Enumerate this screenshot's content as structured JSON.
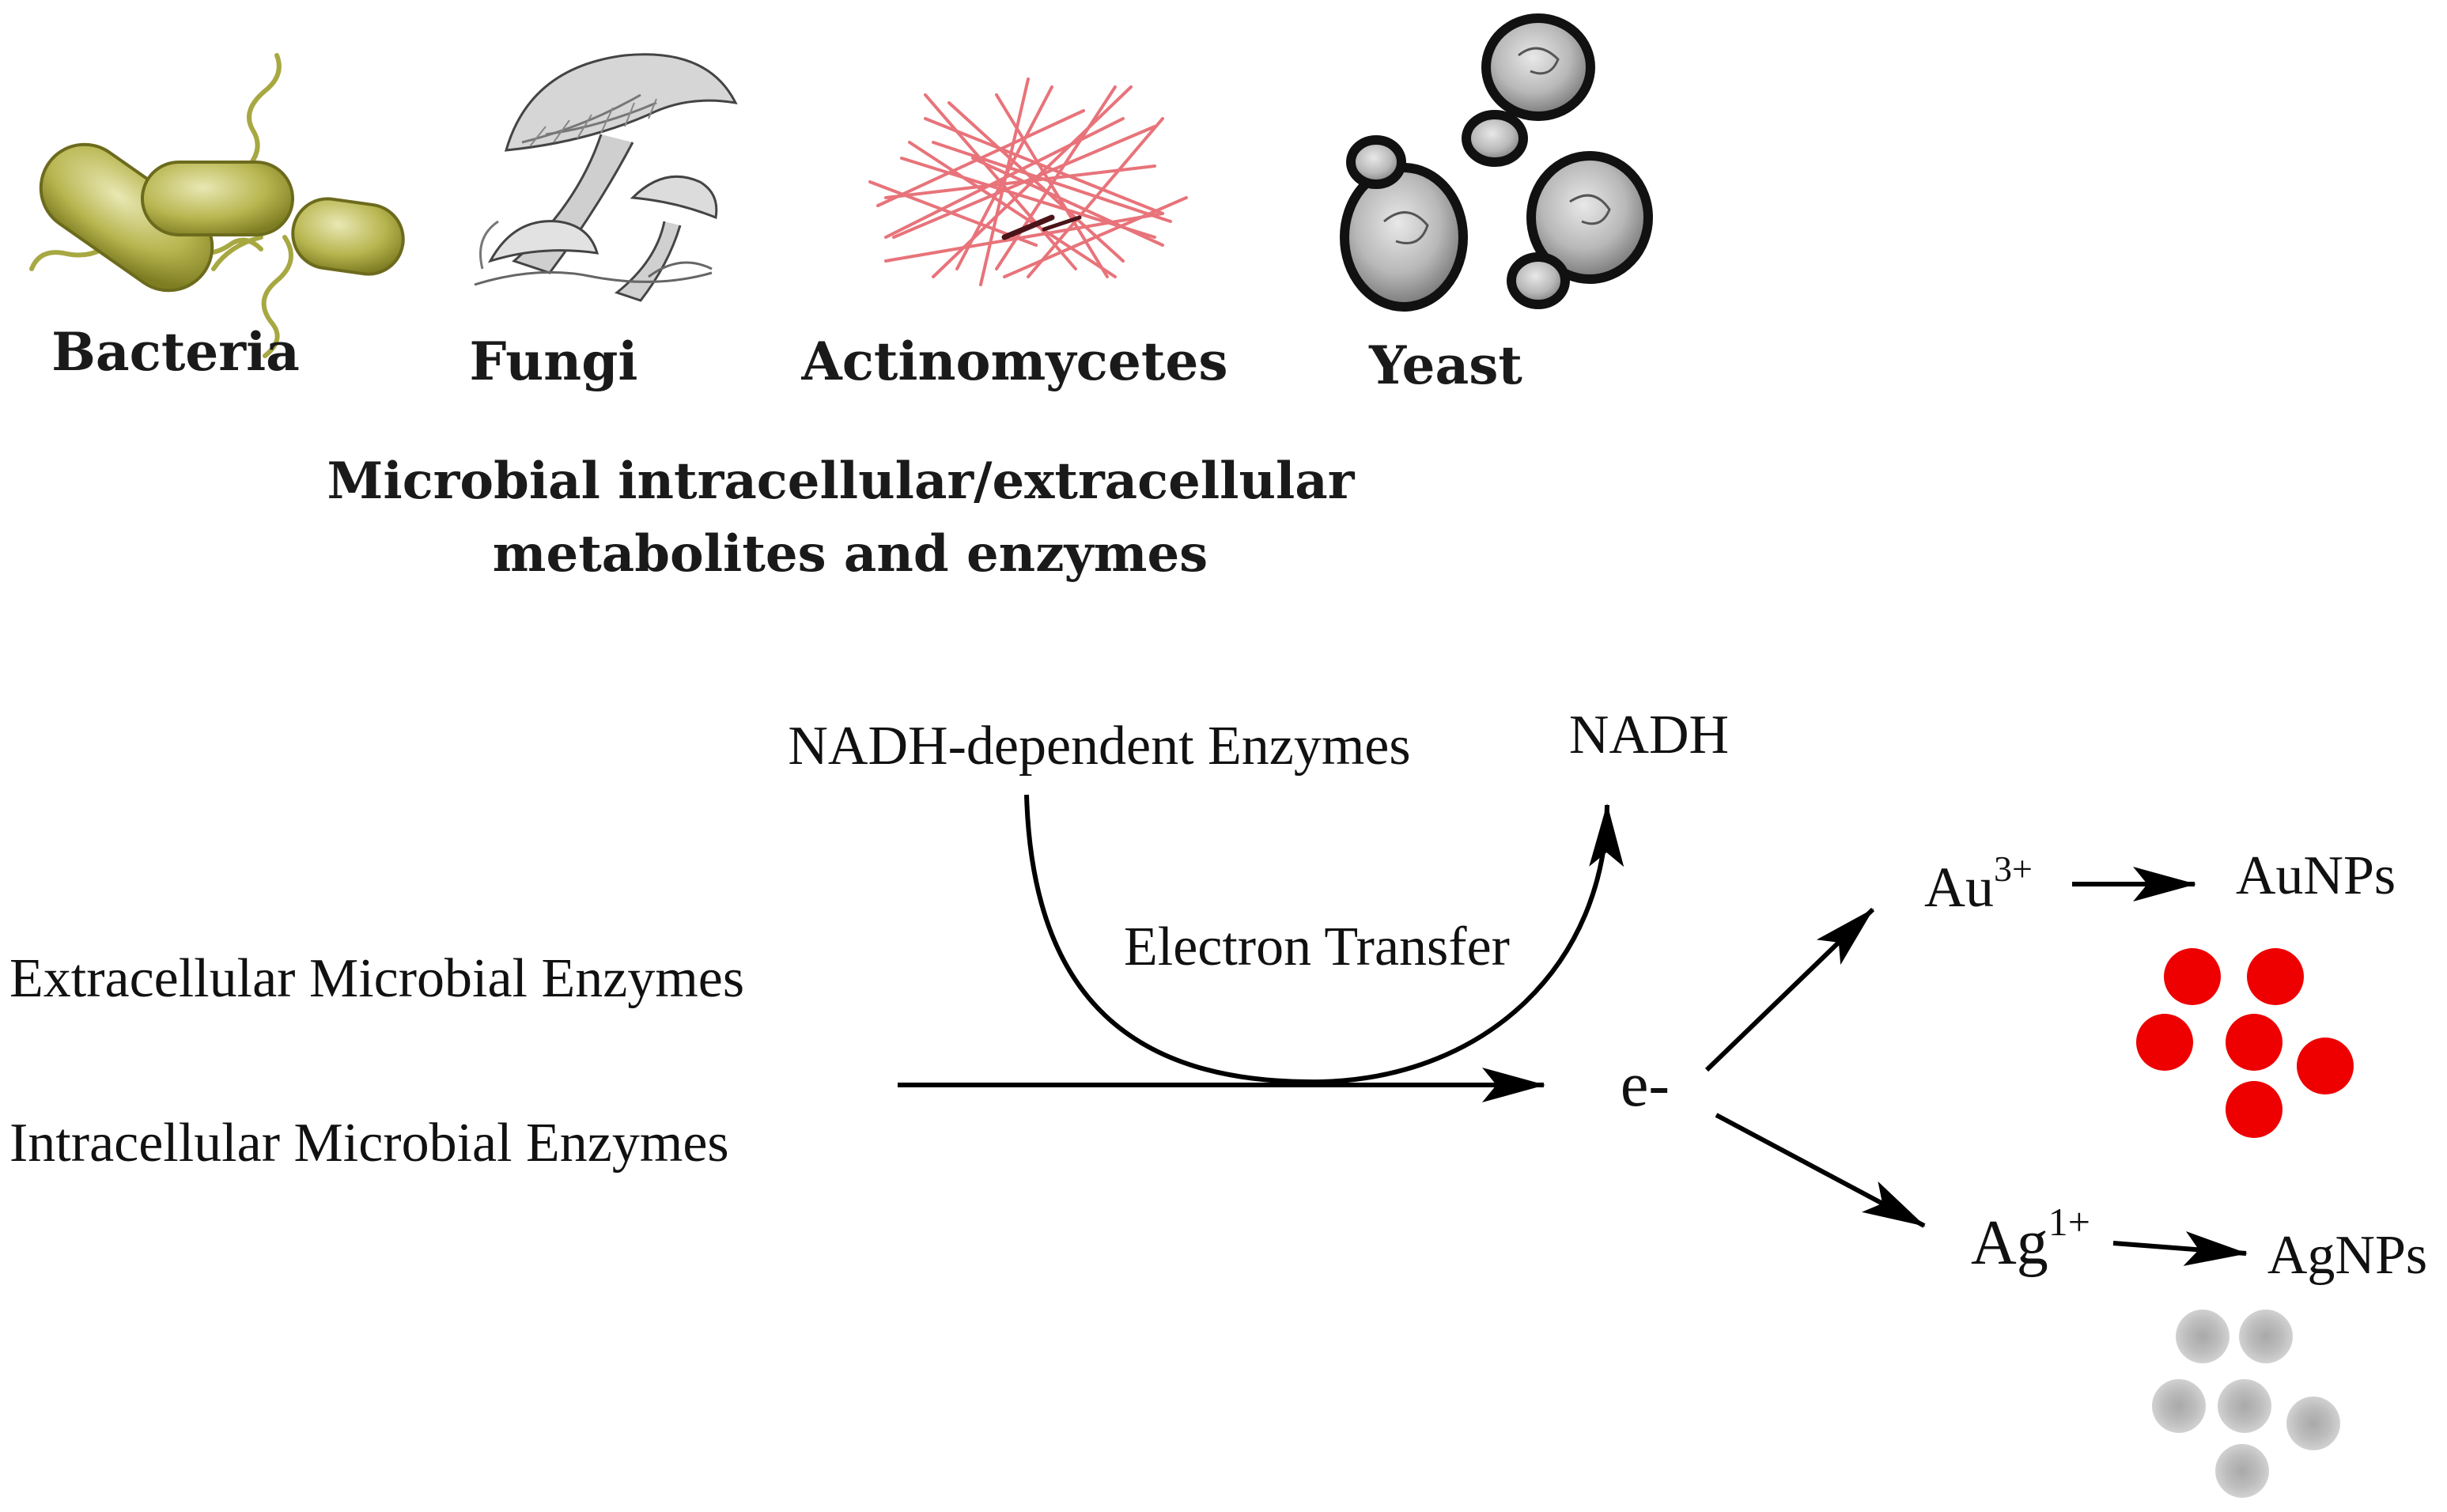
{
  "organisms": {
    "bacteria": "Bacteria",
    "fungi": "Fungi",
    "actinomycetes": "Actinomycetes",
    "yeast": "Yeast"
  },
  "caption": {
    "line1": "Microbial intracellular/extracellular",
    "line2": "metabolites and enzymes"
  },
  "pathway": {
    "nadh_enzymes": "NADH-dependent Enzymes",
    "nadh": "NADH",
    "electron_transfer": "Electron Transfer",
    "extracellular": "Extracellular Microbial Enzymes",
    "intracellular": "Intracellular Microbial Enzymes",
    "electron": "e-"
  },
  "products": {
    "gold_ion_base": "Au",
    "gold_ion_charge": "3+",
    "gold_np": "AuNPs",
    "silver_ion_base": "Ag",
    "silver_ion_charge": "1+",
    "silver_np": "AgNPs"
  },
  "colors": {
    "bacteria": "#a7a842",
    "actinomycetes": "#e8737a",
    "gold_np": "#ee0000",
    "silver_np": "#c4c4c4",
    "arrow": "#000000"
  }
}
